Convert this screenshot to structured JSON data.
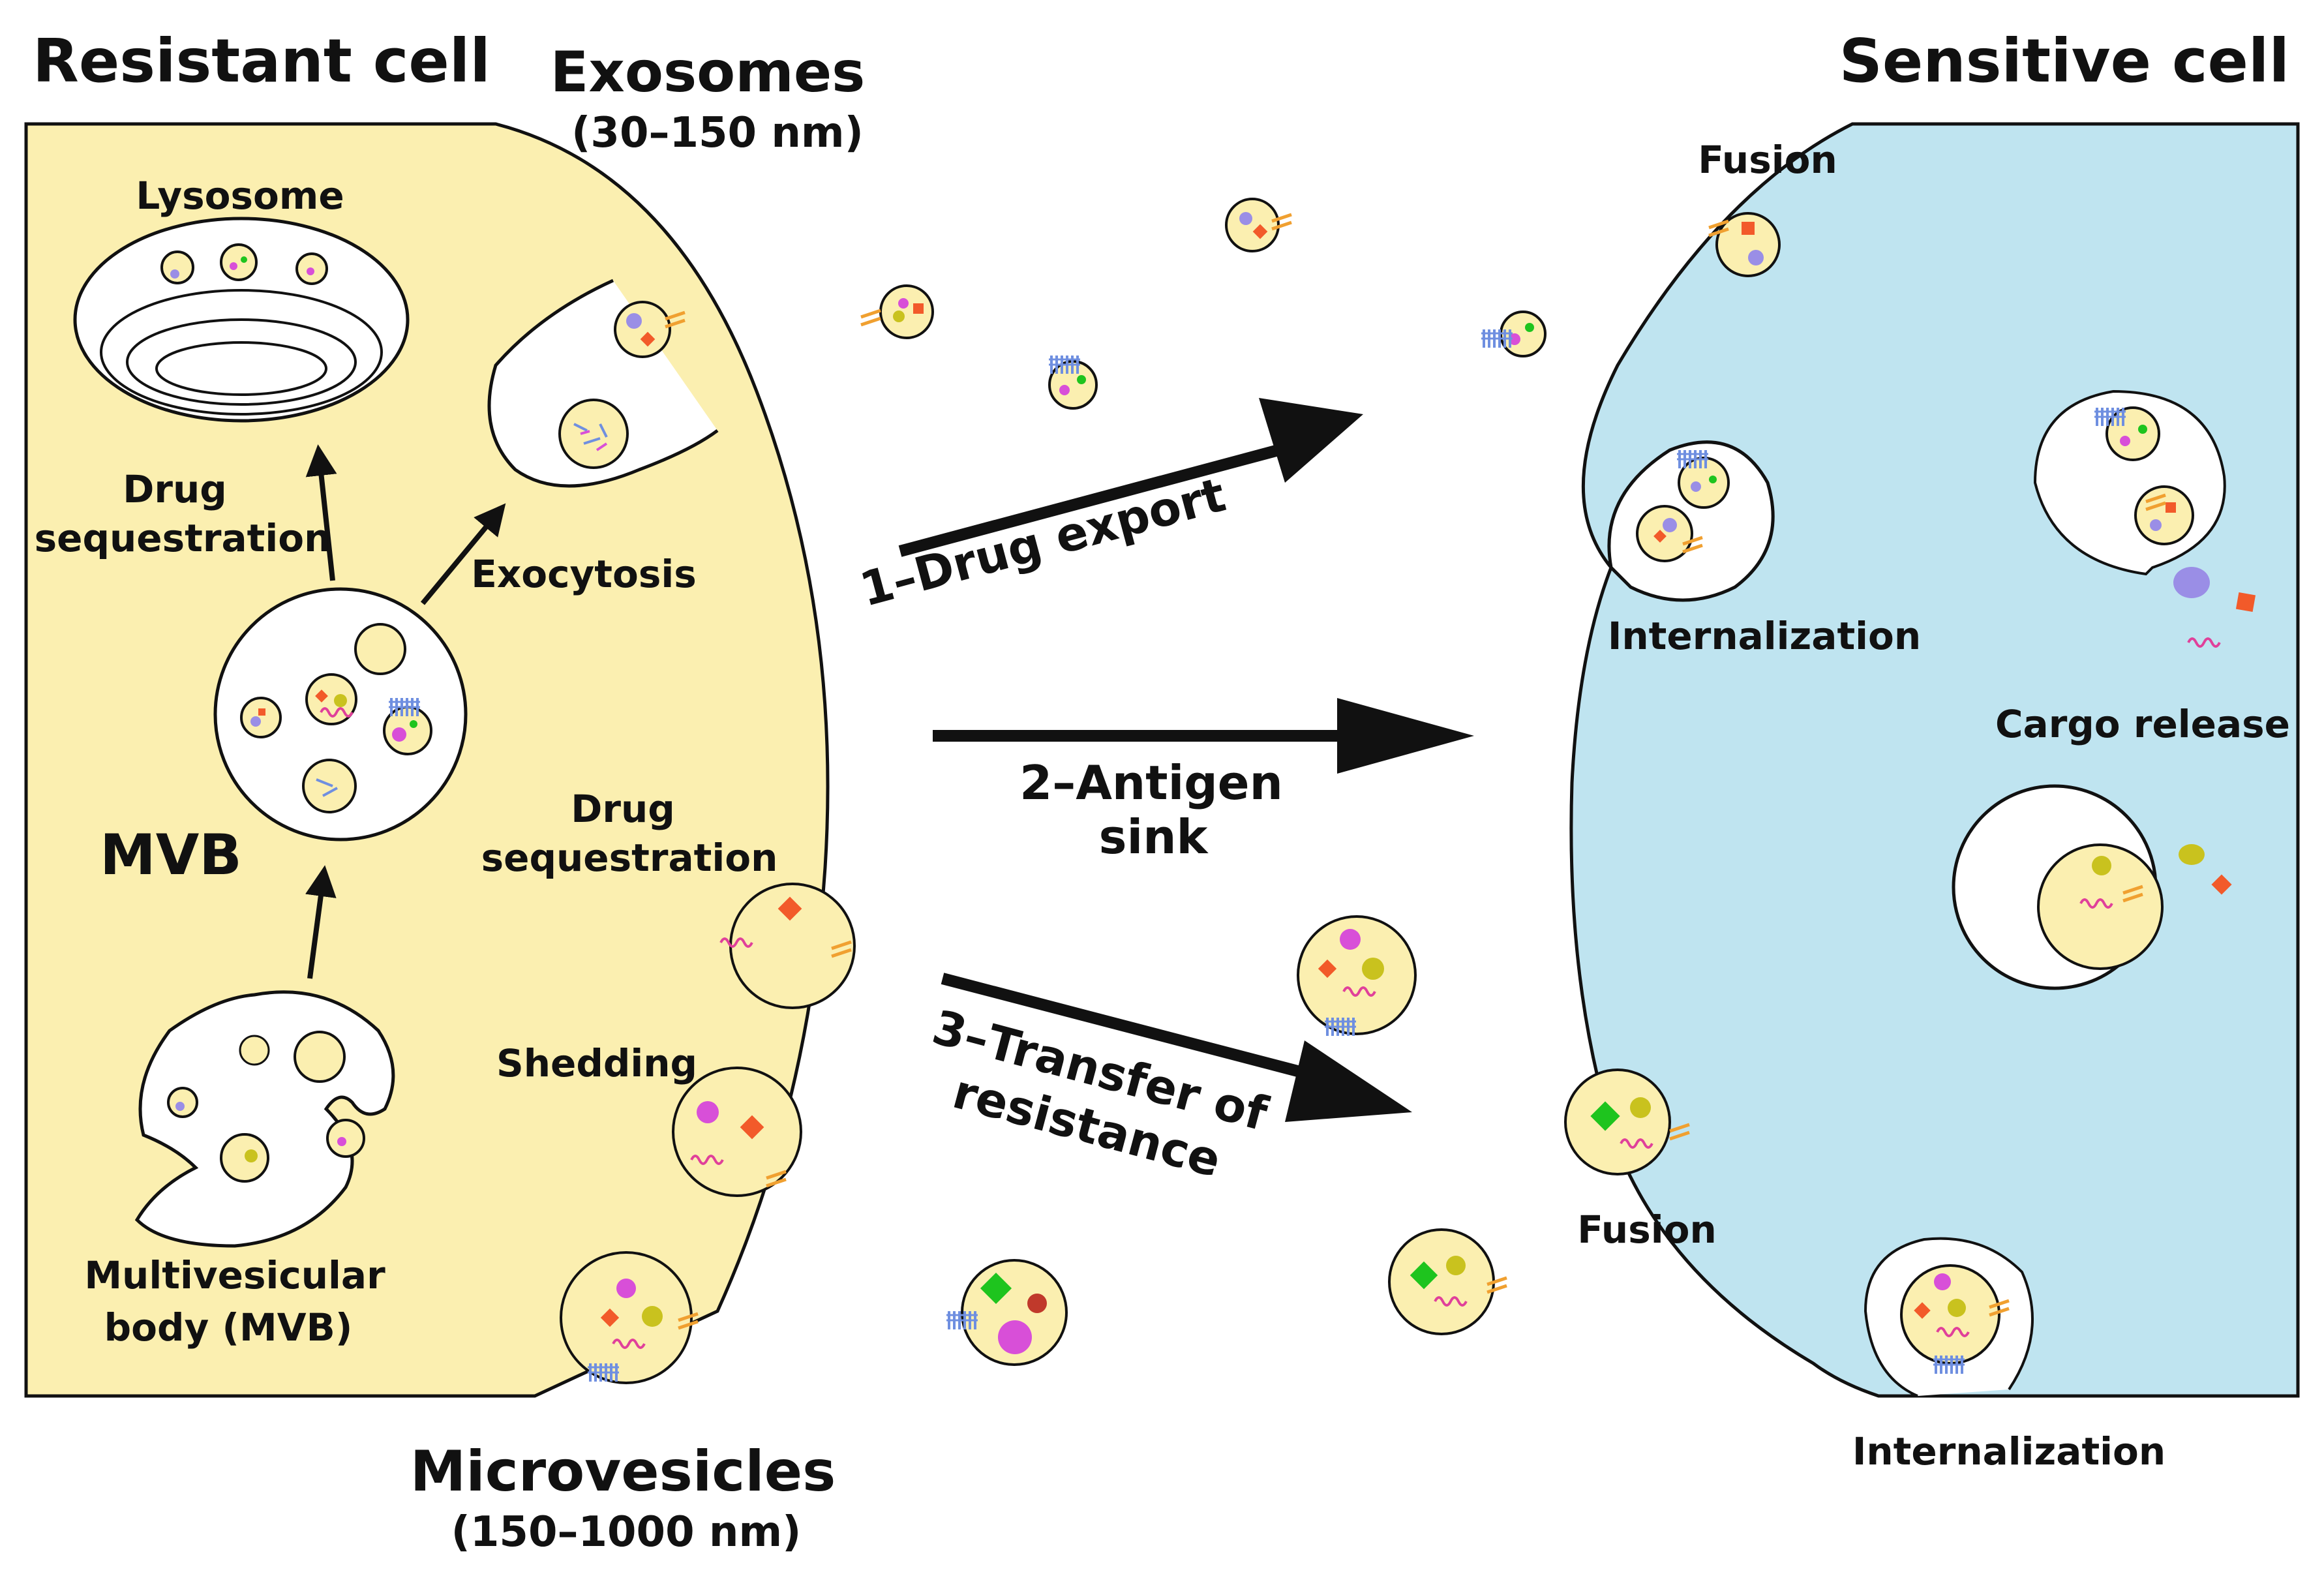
{
  "labels": {
    "resistant_cell": "Resistant cell",
    "sensitive_cell": "Sensitive cell",
    "exosomes": "Exosomes",
    "exosomes_size": "(30–150 nm)",
    "microvesicles": "Microvesicles",
    "microvesicles_size": "(150–1000 nm)",
    "lysosome": "Lysosome",
    "drug_seq_1a": "Drug",
    "drug_seq_1b": "sequestration",
    "exocytosis": "Exocytosis",
    "mvb": "MVB",
    "drug_seq_2a": "Drug",
    "drug_seq_2b": "sequestration",
    "shedding": "Shedding",
    "mvb_full_a": "Multivesicular",
    "mvb_full_b": "body (MVB)",
    "fusion_top": "Fusion",
    "internalization_mid": "Internalization",
    "cargo_release": "Cargo release",
    "fusion_bottom": "Fusion",
    "internalization_bottom": "Internalization"
  },
  "mechanisms": {
    "m1": "1–Drug export",
    "m2a": "2–Antigen",
    "m2b": "sink",
    "m3a": "3–Transfer of",
    "m3b": "resistance"
  },
  "colors": {
    "resistant_fill": "#fbefb0",
    "sensitive_fill": "#bfe4f0",
    "drug_orange": "#f25a2a",
    "protein_purple": "#9a8ee6",
    "magenta": "#d84fd8",
    "green": "#1ec41e",
    "olive": "#c9c21e",
    "rna_pink": "#e0409a",
    "receptor_blue": "#6f8fe0",
    "ligand_orange": "#f0a030"
  }
}
